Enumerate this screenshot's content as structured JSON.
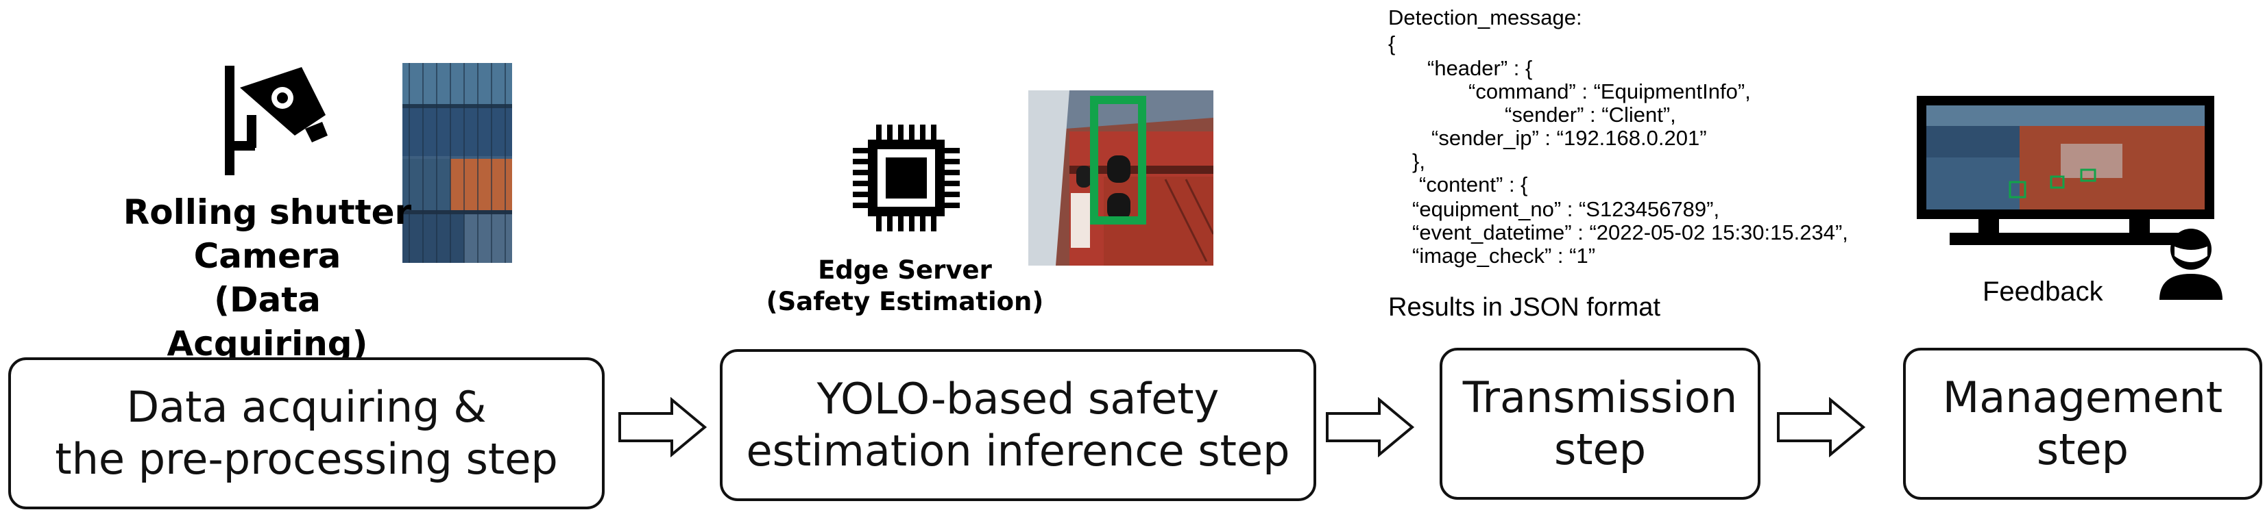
{
  "steps": {
    "s1": {
      "line1": "Data acquiring &",
      "line2": "the pre-processing step"
    },
    "s2": {
      "line1": "YOLO-based safety",
      "line2": "estimation inference step"
    },
    "s3": {
      "line1": "Transmission",
      "line2": "step"
    },
    "s4": {
      "line1": "Management",
      "line2": "step"
    }
  },
  "camera": {
    "line1": "Rolling shutter",
    "line2": "Camera",
    "line3": "(Data Acquiring)",
    "icon": "cctv-camera-icon"
  },
  "edge": {
    "line1": "Edge Server",
    "line2": "(Safety Estimation)",
    "icon": "cpu-chip-icon"
  },
  "json": {
    "lines": [
      "Detection_message:",
      "{",
      "“header” : {",
      "“command” : “EquipmentInfo”,",
      "“sender” : “Client”,",
      "“sender_ip” : “192.168.0.201”",
      "},",
      "“content” : {",
      "“equipment_no” : “S123456789”,",
      "“event_datetime” : “2022-05-02 15:30:15.234”,",
      "“image_check” : “1”"
    ],
    "caption": "Results in JSON format"
  },
  "feedback": {
    "label": "Feedback",
    "icon": "user-icon",
    "monitor_icon": "monitor-icon"
  },
  "colors": {
    "detection_box": "#12a34a",
    "container_blue": "#2d4f74",
    "container_orange": "#b8633a",
    "container_red": "#b03a2e"
  }
}
